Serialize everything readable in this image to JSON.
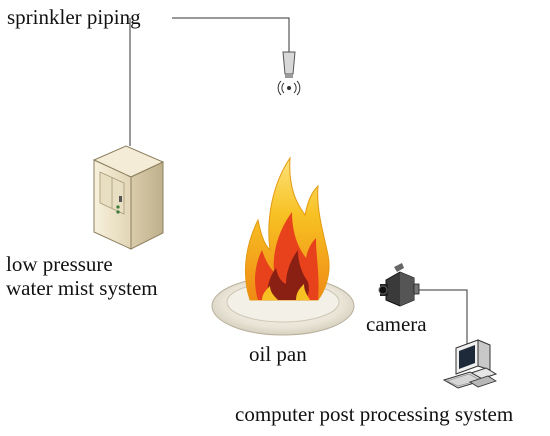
{
  "labels": {
    "sprinkler_piping": "sprinkler piping",
    "system_line1": "low pressure",
    "system_line2": "water mist system",
    "oil_pan": "oil pan",
    "camera": "camera",
    "computer": "computer post processing system"
  },
  "icons": {
    "sprinkler": "sprinkler-nozzle-icon",
    "cabinet": "server-cabinet-icon",
    "fire": "flame-icon",
    "pan": "oil-pan-icon",
    "camera": "video-camera-icon",
    "computer": "desktop-computer-icon"
  },
  "colors": {
    "line": "#333333",
    "flame_outer": "#f6b21a",
    "flame_mid": "#e8421c",
    "flame_inner": "#8a1f14",
    "cabinet": "#efe6cf"
  }
}
